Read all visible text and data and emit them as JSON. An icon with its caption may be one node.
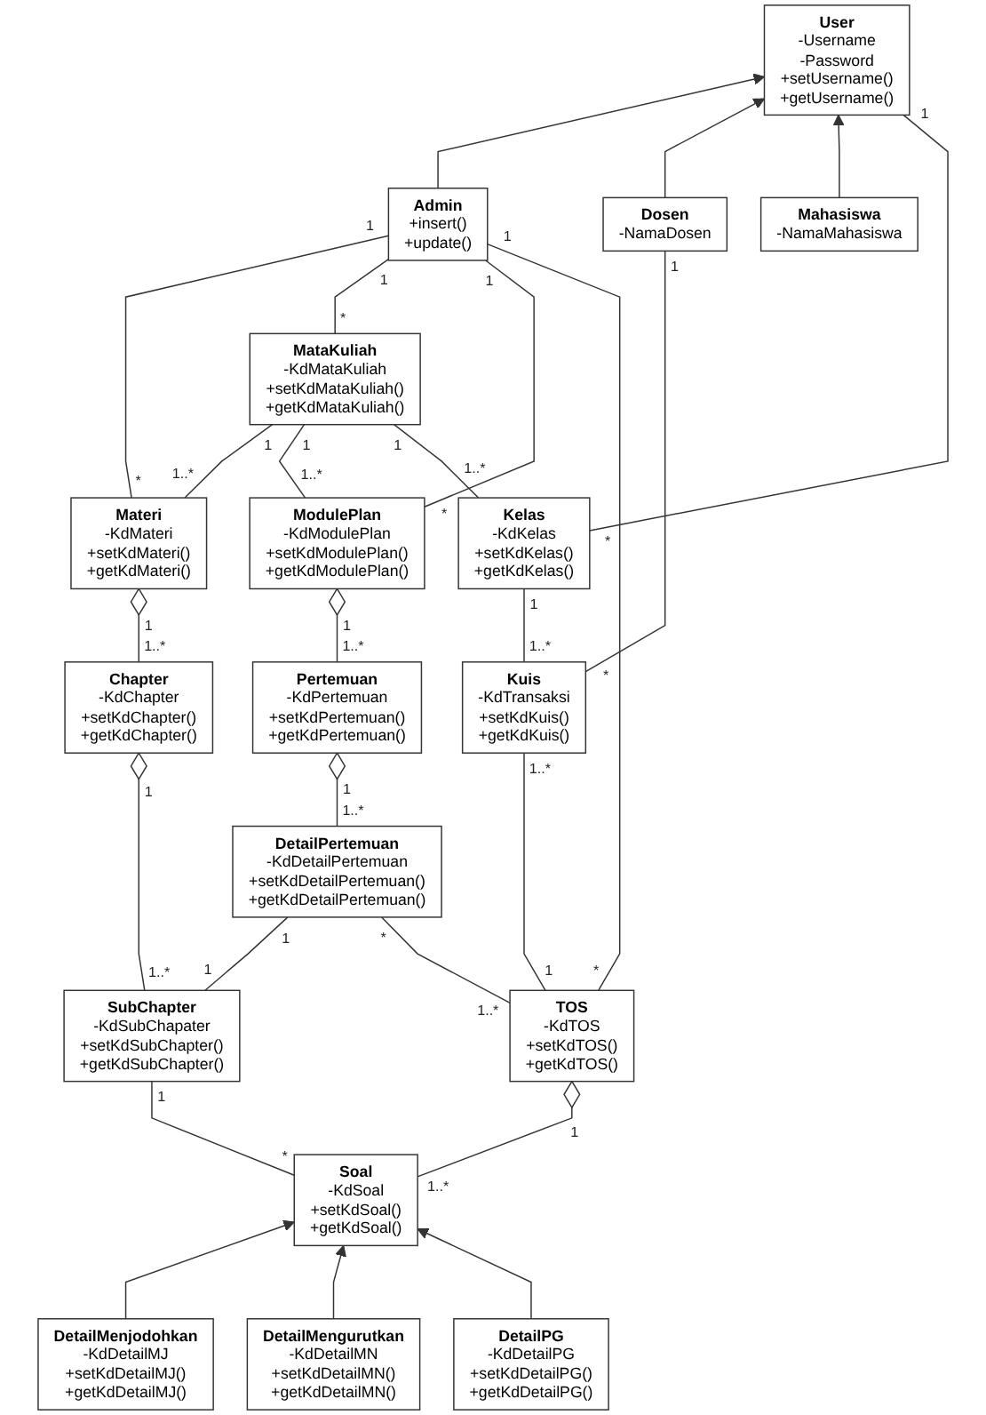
{
  "diagram": {
    "nodes": [
      {
        "text": [
          "User",
          "-Username -Password",
          "+setUsername() +getUsername()"
        ]
      },
      {
        "text": [
          "Admin",
          "+insert() +update()"
        ]
      },
      {
        "text": [
          "Dosen",
          "-NamaDosen"
        ]
      },
      {
        "text": [
          "Mahasiswa",
          "-NamaMahasiswa"
        ]
      },
      {
        "text": [
          "Materi",
          "-KdMateri",
          "+setKdMateri() +getKdMateri()"
        ]
      },
      {
        "text": [
          "MataKuliah",
          "-KdMataKuliah",
          "+setKdMataKuliah() +getKdMataKuliah()"
        ]
      },
      {
        "text": [
          "ModulePlan",
          "-KdModulePlan",
          "+setKdModulePlan() +getKdModulePlan()"
        ]
      },
      {
        "text": [
          "Kelas",
          "-KdKelas",
          "+setKdKelas() +getKdKelas()"
        ]
      },
      {
        "text": [
          "Chapter",
          "-KdChapter",
          "+setKdChapter() +getKdChapter()"
        ]
      },
      {
        "text": [
          "Pertemuan",
          "-KdPertemuan",
          "+setKdPertemuan() +getKdPertemuan()"
        ]
      },
      {
        "text": [
          "Kuis",
          "-KdTransaksi",
          "+setKdKuis() +getKdKuis()"
        ]
      },
      {
        "text": [
          "SubChapter",
          "-KdSubChapater",
          "+setKdSubChapter() +getKdSubChapter()"
        ]
      },
      {
        "text": [
          "DetailPertemuan",
          "-KdDetailPertemuan",
          "+setKdDetailPertemuan() +getKdDetailPertemuan()"
        ]
      },
      {
        "text": [
          "TOS",
          "-KdTOS",
          "+setKdTOS() +getKdTOS()"
        ]
      },
      {
        "text": [
          "Soal",
          "-KdSoal",
          "+setKdSoal() +getKdSoal()"
        ]
      },
      {
        "text": [
          "DetailMenjodohkan",
          "-KdDetailMJ",
          "+setKdDetailMJ() +getKdDetailMJ()"
        ]
      },
      {
        "text": [
          "DetailMengurutkan",
          "-KdDetailMN",
          "+setKdDetailMN() +getKdDetailMN()"
        ]
      },
      {
        "text": [
          "DetailPG",
          "-KdDetailPG",
          "+setKdDetailPG() +getKdDetailPG()"
        ]
      }
    ],
    "edges": [
      {
        "from": 1,
        "to": 0,
        "arrow": "to"
      },
      {
        "from": 2,
        "to": 0,
        "arrow": "to"
      },
      {
        "from": 3,
        "to": 0,
        "arrow": "to"
      },
      {
        "from": 7,
        "to": 0,
        "arrow": "none"
      },
      {
        "from": 10,
        "to": 2,
        "arrow": "none"
      },
      {
        "from": 4,
        "to": 1,
        "arrow": "none"
      },
      {
        "from": 5,
        "to": 1,
        "arrow": "none"
      },
      {
        "from": 6,
        "to": 1,
        "arrow": "none"
      },
      {
        "from": 13,
        "to": 1,
        "arrow": "none"
      },
      {
        "from": 4,
        "to": 5,
        "arrow": "none"
      },
      {
        "from": 6,
        "to": 5,
        "arrow": "none"
      },
      {
        "from": 7,
        "to": 5,
        "arrow": "none"
      },
      {
        "from": 9,
        "to": 6,
        "arrow": "other"
      },
      {
        "from": 10,
        "to": 7,
        "arrow": "none"
      },
      {
        "from": 8,
        "to": 4,
        "arrow": "other"
      },
      {
        "from": 11,
        "to": 8,
        "arrow": "other"
      },
      {
        "from": 12,
        "to": 9,
        "arrow": "other"
      },
      {
        "from": 13,
        "to": 10,
        "arrow": "none"
      },
      {
        "from": 11,
        "to": 12,
        "arrow": "none"
      },
      {
        "from": 13,
        "to": 12,
        "arrow": "none"
      },
      {
        "from": 14,
        "to": 11,
        "arrow": "none"
      },
      {
        "from": 14,
        "to": 13,
        "arrow": "other"
      },
      {
        "from": 15,
        "to": 14,
        "arrow": "to"
      },
      {
        "from": 16,
        "to": 14,
        "arrow": "to"
      },
      {
        "from": 17,
        "to": 14,
        "arrow": "to"
      }
    ],
    "labels": [
      "1",
      "1",
      "1",
      "1",
      "1",
      "1",
      "*",
      "*",
      "*",
      "*",
      "1..*",
      "1",
      "1",
      "1..*",
      "1",
      "1",
      "1",
      "1..*",
      "1",
      "1..*",
      "1..*",
      "1..*",
      "*",
      "1",
      "1",
      "1..*",
      "*",
      "1..*",
      "1..*",
      "1",
      "1",
      "1",
      "*",
      "1..*",
      "1",
      "1..*",
      "1",
      "*"
    ]
  }
}
